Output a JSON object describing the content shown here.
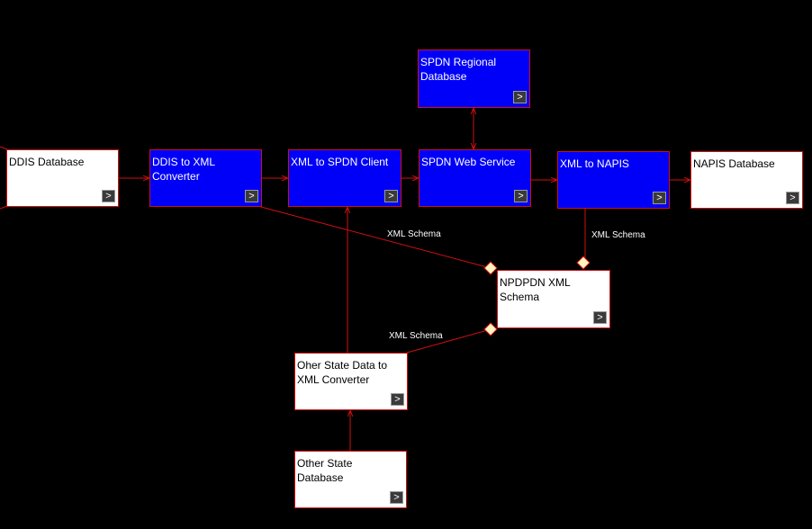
{
  "nodes": {
    "ddis_database": "DDIS Database",
    "ddis_to_xml": "DDIS to XML Converter",
    "xml_to_spdn_client": "XML to SPDN Client",
    "spdn_web_service": "SPDN Web Service",
    "xml_to_napis": "XML to NAPIS",
    "napis_database": "NAPIS Database",
    "spdn_regional_db": "SPDN Regional Database",
    "npdpdn_schema": "NPDPDN XML Schema",
    "other_state_converter": "Oher State Data to XML Converter",
    "other_state_database": "Other State Database"
  },
  "expand_glyph": ">",
  "edge_labels": {
    "schema_1": "XML Schema",
    "schema_2": "XML Schema",
    "schema_3": "XML Schema"
  },
  "colors": {
    "edge": "#d01010",
    "blue_node": "#0000f8",
    "diamond": "#fff5c0"
  }
}
